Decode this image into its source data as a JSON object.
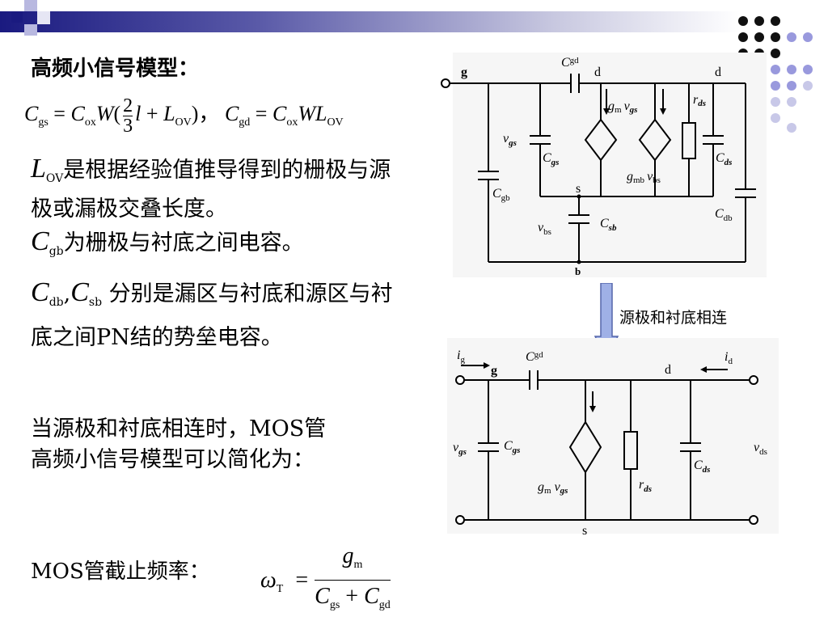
{
  "heading": "高频小信号模型：",
  "formula1": {
    "cgs_lhs": "C",
    "cgs_lhs_sub": "gs",
    "eq": "=",
    "cox": "C",
    "cox_sub": "ox",
    "w": "W",
    "open": "(",
    "num": "2",
    "den": "3",
    "l": "l",
    "plus": "+",
    "lov": "L",
    "lov_sub": "OV",
    "close": ")",
    "comma": "，",
    "cgd": "C",
    "cgd_sub": "gd",
    "eq2": "=",
    "cox2": "C",
    "cox2_sub": "ox",
    "wl": "WL",
    "wl_sub": "OV"
  },
  "para1": {
    "sym": "L",
    "sym_sub": "OV",
    "text": "是根据经验值推导得到的栅极与源极或漏极交叠长度。"
  },
  "para2": {
    "sym": "C",
    "sym_sub": "gb",
    "text": "为栅极与衬底之间电容。"
  },
  "para3": {
    "sym1": "C",
    "sym1_sub": "db",
    "sep": ",",
    "sym2": "C",
    "sym2_sub": "sb",
    "text": "分别是漏区与衬底和源区与衬底之间PN结的势垒电容。"
  },
  "para4": {
    "line1": "当源极和衬底相连时，MOS管",
    "line2": "高频小信号模型可以简化为："
  },
  "cutoff": {
    "label": "MOS管截止频率：",
    "omega": "ω",
    "omega_sub": "T",
    "eq": "=",
    "num": "g",
    "num_sub": "m",
    "den1": "C",
    "den1_sub": "gs",
    "plus": "+",
    "den2": "C",
    "den2_sub": "gd"
  },
  "arrow_label": "源极和衬底相连",
  "circuit1": {
    "g": "g",
    "d1": "d",
    "d2": "d",
    "cgd": "C",
    "cgd_sub": "gd",
    "vgs": "v",
    "vgs_sub": "gs",
    "cgs": "C",
    "cgs_sub": "gs",
    "gmvgs_g": "g",
    "gmvgs_m": "m",
    "gmvgs_v": "v",
    "gmvgs_gs": "gs",
    "gmbvbs_g": "g",
    "gmbvbs_mb": "mb",
    "gmbvbs_v": "v",
    "gmbvbs_bs": "bs",
    "vbs_top": "v",
    "vbs_top_sub": "bs",
    "rds": "r",
    "rds_sub": "ds",
    "cds": "C",
    "cds_sub": "ds",
    "cgb": "C",
    "cgb_sub": "gb",
    "s": "s",
    "vbs": "v",
    "vbs_sub": "bs",
    "csb": "C",
    "csb_sub": "sb",
    "cdb": "C",
    "cdb_sub": "db",
    "b": "b"
  },
  "circuit2": {
    "ig": "i",
    "ig_sub": "g",
    "g": "g",
    "cgd": "C",
    "cgd_sub": "gd",
    "d": "d",
    "id": "i",
    "id_sub": "d",
    "vgs": "v",
    "vgs_sub": "gs",
    "cgs": "C",
    "cgs_sub": "gs",
    "gm": "g",
    "gm_sub": "m",
    "gmv": "v",
    "gmv_sub": "gs",
    "rds": "r",
    "rds_sub": "ds",
    "cds": "C",
    "cds_sub": "ds",
    "vds": "v",
    "vds_sub": "ds",
    "s": "s"
  },
  "colors": {
    "navy": "#1a1a80",
    "purple": "#9999dd",
    "lilac": "#c8c8e8",
    "arrow": "#9fb0e6",
    "arrow_edge": "#5566aa"
  }
}
